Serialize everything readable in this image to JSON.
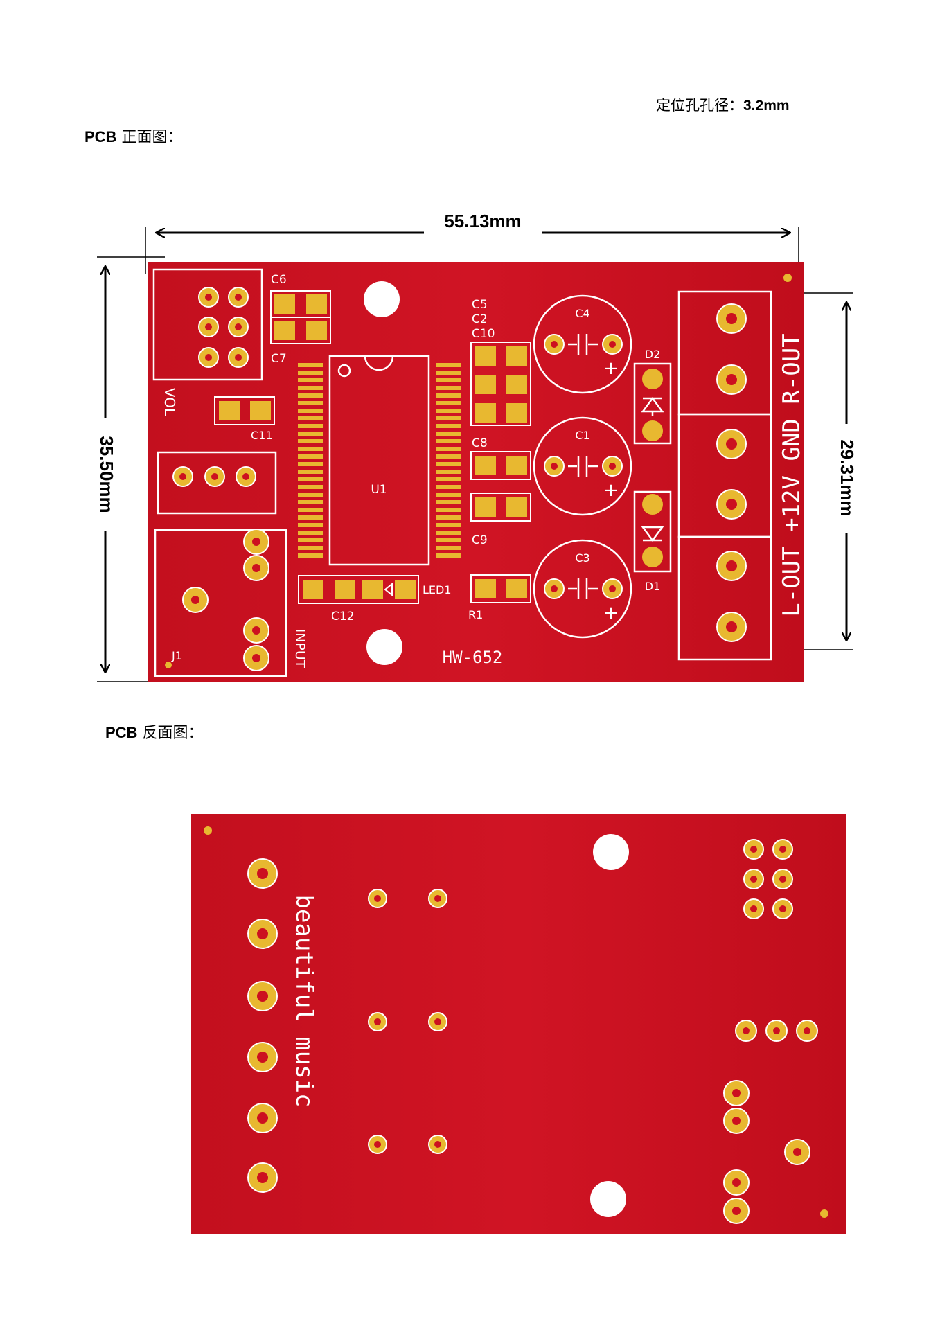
{
  "doc": {
    "hole_note_label": "定位孔孔径：",
    "hole_note_value": "3.2mm",
    "front_prefix": "PCB",
    "front_title": " 正面图：",
    "back_prefix": "PCB",
    "back_title": " 反面图："
  },
  "dims": {
    "width": "55.13mm",
    "height": "35.50mm",
    "terminal_span": "29.31mm"
  },
  "front": {
    "refs": {
      "c6": "C6",
      "c7": "C7",
      "c5": "C5",
      "c2": "C2",
      "c10": "C10",
      "c4": "C4",
      "c1": "C1",
      "c3": "C3",
      "c8": "C8",
      "c9": "C9",
      "c11": "C11",
      "c12": "C12",
      "d1": "D1",
      "d2": "D2",
      "u1": "U1",
      "j1": "J1",
      "r1": "R1",
      "led1": "LED1",
      "vol": "VOL",
      "input": "INPUT"
    },
    "board_name": "HW-652",
    "terminal_label": "L-OUT +12V GND R-OUT",
    "plus": "+"
  },
  "back": {
    "slogan": "beautiful music"
  },
  "colors": {
    "board": "#cc1020",
    "pad": "#e8b830",
    "silk": "#ffffff"
  }
}
